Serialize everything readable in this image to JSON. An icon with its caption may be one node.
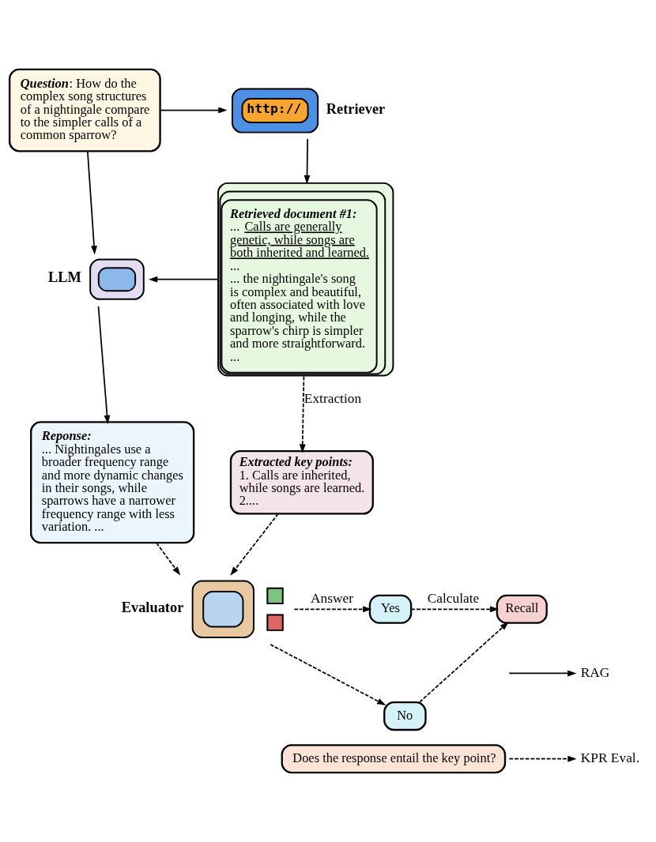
{
  "diagram": {
    "nodes": [
      {
        "text": [
          "*Question*: How do the complex song structures of a nightingale compare to the simpler calls of a common sparrow?"
        ]
      },
      {
        "text": [
          "http://"
        ],
        "beside": [
          "Retriever"
        ]
      },
      {
        "text": [],
        "shape": "picture",
        "beside": [
          "LLM"
        ]
      },
      {
        "text": [
          "Retrieved document #1:",
          "... Calls are generally genetic, while songs are both inherited and learned.",
          "...",
          "... the nightingale's song is complex and beautiful, often associated with love and longing, while the sparrow's chirp is simpler and more straightforward.",
          "..."
        ]
      },
      {
        "text": [
          "Reponse:",
          "... Nightingales use a broader frequency range and more dynamic changes in their songs, while sparrows have a narrower frequency range with less variation. ..."
        ]
      },
      {
        "text": [
          "Extracted key points:",
          "1. Calls are inherited, while songs are learned.",
          "2...."
        ]
      },
      {
        "text": [],
        "shape": "picture",
        "beside": [
          "Evaluator"
        ]
      },
      {
        "text": [
          "Yes"
        ]
      },
      {
        "text": [
          "No"
        ]
      },
      {
        "text": [
          "Recall"
        ]
      },
      {
        "text": [
          "Does the response entail the key point?"
        ]
      }
    ],
    "edges": [
      {
        "from": 0,
        "to": 1,
        "arrow": "to"
      },
      {
        "from": 1,
        "to": 3,
        "arrow": "to"
      },
      {
        "from": 0,
        "to": 2,
        "arrow": "to"
      },
      {
        "from": 3,
        "to": 2,
        "arrow": "to"
      },
      {
        "from": 2,
        "to": 4,
        "arrow": "to"
      },
      {
        "from": 3,
        "to": 5,
        "arrow": "to",
        "label": "Extraction",
        "style": "dashed"
      },
      {
        "from": 4,
        "to": 6,
        "arrow": "to",
        "style": "dashed"
      },
      {
        "from": 5,
        "to": 6,
        "arrow": "to",
        "style": "dashed"
      },
      {
        "from": 6,
        "to": 7,
        "arrow": "to",
        "label": "Answer",
        "style": "dashed"
      },
      {
        "from": 6,
        "to": 8,
        "arrow": "to",
        "style": "dashed"
      },
      {
        "from": 7,
        "to": 9,
        "arrow": "to",
        "label": "Calculate",
        "style": "dashed"
      },
      {
        "from": 8,
        "to": 9,
        "arrow": "to",
        "style": "dashed"
      }
    ],
    "legend": [
      {
        "text": "RAG"
      },
      {
        "text": "KPR Eval."
      }
    ]
  }
}
